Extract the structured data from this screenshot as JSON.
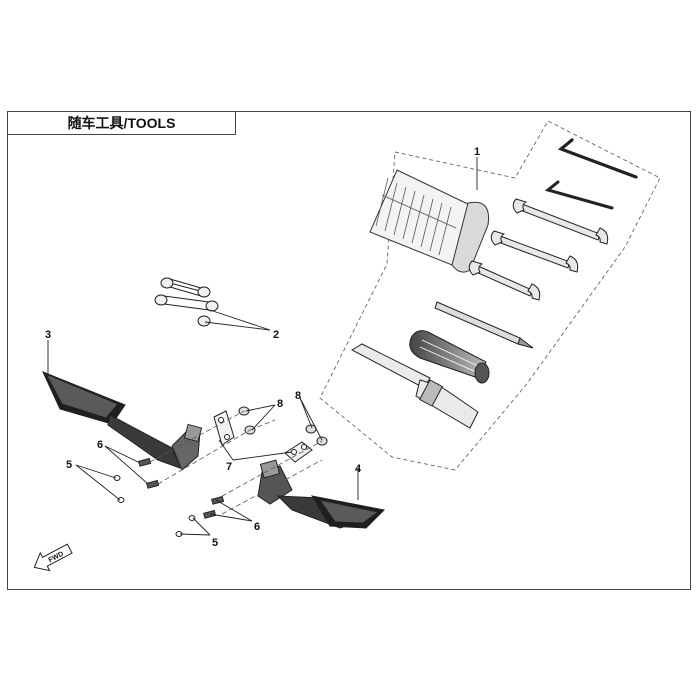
{
  "title": "随车工具/TOOLS",
  "callouts": {
    "c1": "1",
    "c2": "2",
    "c3": "3",
    "c4": "4",
    "c5a": "5",
    "c5b": "5",
    "c6a": "6",
    "c6b": "6",
    "c7": "7",
    "c8a": "8",
    "c8b": "8"
  },
  "fwd_label": "FWD"
}
